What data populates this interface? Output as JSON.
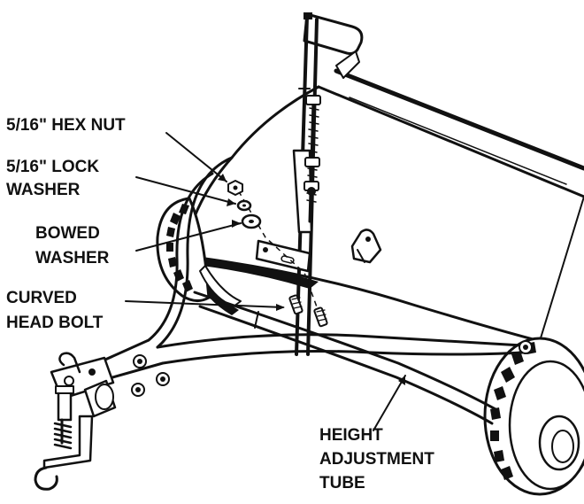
{
  "labels": {
    "hex_nut": [
      "5/16\" HEX NUT"
    ],
    "lock_washer": [
      "5/16\" LOCK",
      "WASHER"
    ],
    "bowed_washer": [
      "BOWED",
      "WASHER"
    ],
    "curved_head_bolt": [
      "CURVED",
      "HEAD BOLT"
    ],
    "height_adjustment_tube": [
      "HEIGHT",
      "ADJUSTMENT",
      "TUBE"
    ]
  },
  "colors": {
    "ink": "#111111",
    "paper": "#ffffff"
  }
}
